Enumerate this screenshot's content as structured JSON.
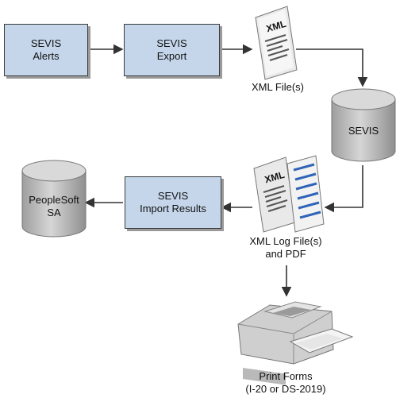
{
  "nodes": {
    "alerts": {
      "line1": "SEVIS",
      "line2": "Alerts"
    },
    "export": {
      "line1": "SEVIS",
      "line2": "Export"
    },
    "import": {
      "line1": "SEVIS",
      "line2": "Import Results"
    },
    "sevis_db": {
      "label": "SEVIS"
    },
    "peoplesoft_db": {
      "line1": "PeopleSoft",
      "line2": "SA"
    },
    "xml_doc": {
      "icon_text": "XML",
      "caption": "XML File(s)"
    },
    "xml_log_doc": {
      "icon_text": "XML",
      "caption_line1": "XML Log File(s)",
      "caption_line2": "and PDF"
    },
    "printer": {
      "caption_line1": "Print Forms",
      "caption_line2": "(I-20 or DS-2019)"
    }
  },
  "colors": {
    "box_fill": "#c5d6eb",
    "cylinder_fill": "#bdbdbd",
    "arrow": "#333333",
    "pdf_lines": "#2f64b8"
  },
  "icons": [
    "xml-document-icon",
    "pdf-document-icon",
    "database-cylinder-icon",
    "printer-icon"
  ]
}
